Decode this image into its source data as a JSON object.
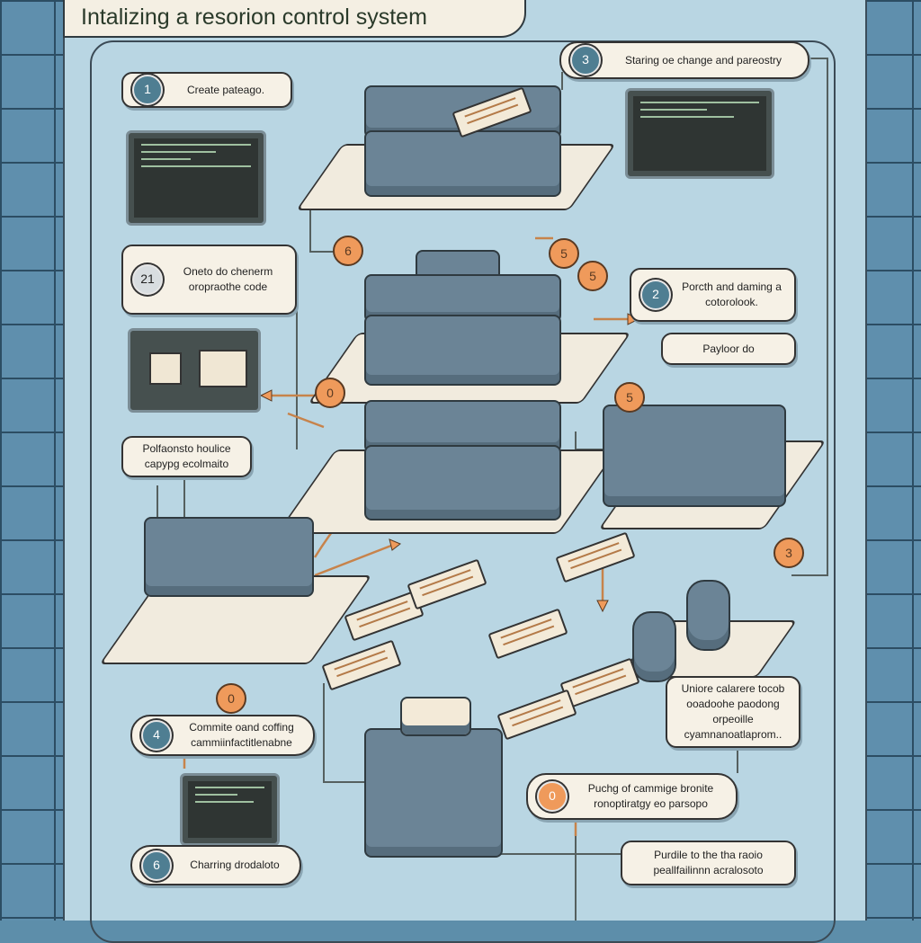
{
  "title": "Intalizing a resorion control system",
  "steps": [
    {
      "num": "1",
      "text": "Create pateago."
    },
    {
      "num": "3",
      "text": "Staring oe change and pareostry"
    },
    {
      "num": "21",
      "text": "Oneto do chenerm oropraothe code"
    },
    {
      "num": "2",
      "text": "Porcth and daming a cotorolook."
    },
    {
      "num": "",
      "text": "Payloor do"
    },
    {
      "num": "",
      "text": "Polfaonsto houlice capypg ecolmaito"
    },
    {
      "num": "4",
      "text": "Commite oand coffing cammiinfactitlenabne"
    },
    {
      "num": "6",
      "text": "Charring drodaloto"
    },
    {
      "num": "",
      "text": "Uniore calarere tocob ooadoohe paodong orpeoille cyamnanoatlaprom.."
    },
    {
      "num": "0",
      "text": "Puchg of cammige bronite ronoptiratgy eo parsopo"
    },
    {
      "num": "",
      "text": "Purdile to the tha raoio peallfailinnn acralosoto"
    }
  ],
  "markers": [
    "6",
    "5",
    "5",
    "0",
    "5",
    "3",
    "0"
  ],
  "colors": {
    "background": "#b9d6e3",
    "tile": "#5f8fad",
    "accent": "#ef9a5b",
    "server": "#6b8496",
    "paper": "#f6f1e6"
  }
}
